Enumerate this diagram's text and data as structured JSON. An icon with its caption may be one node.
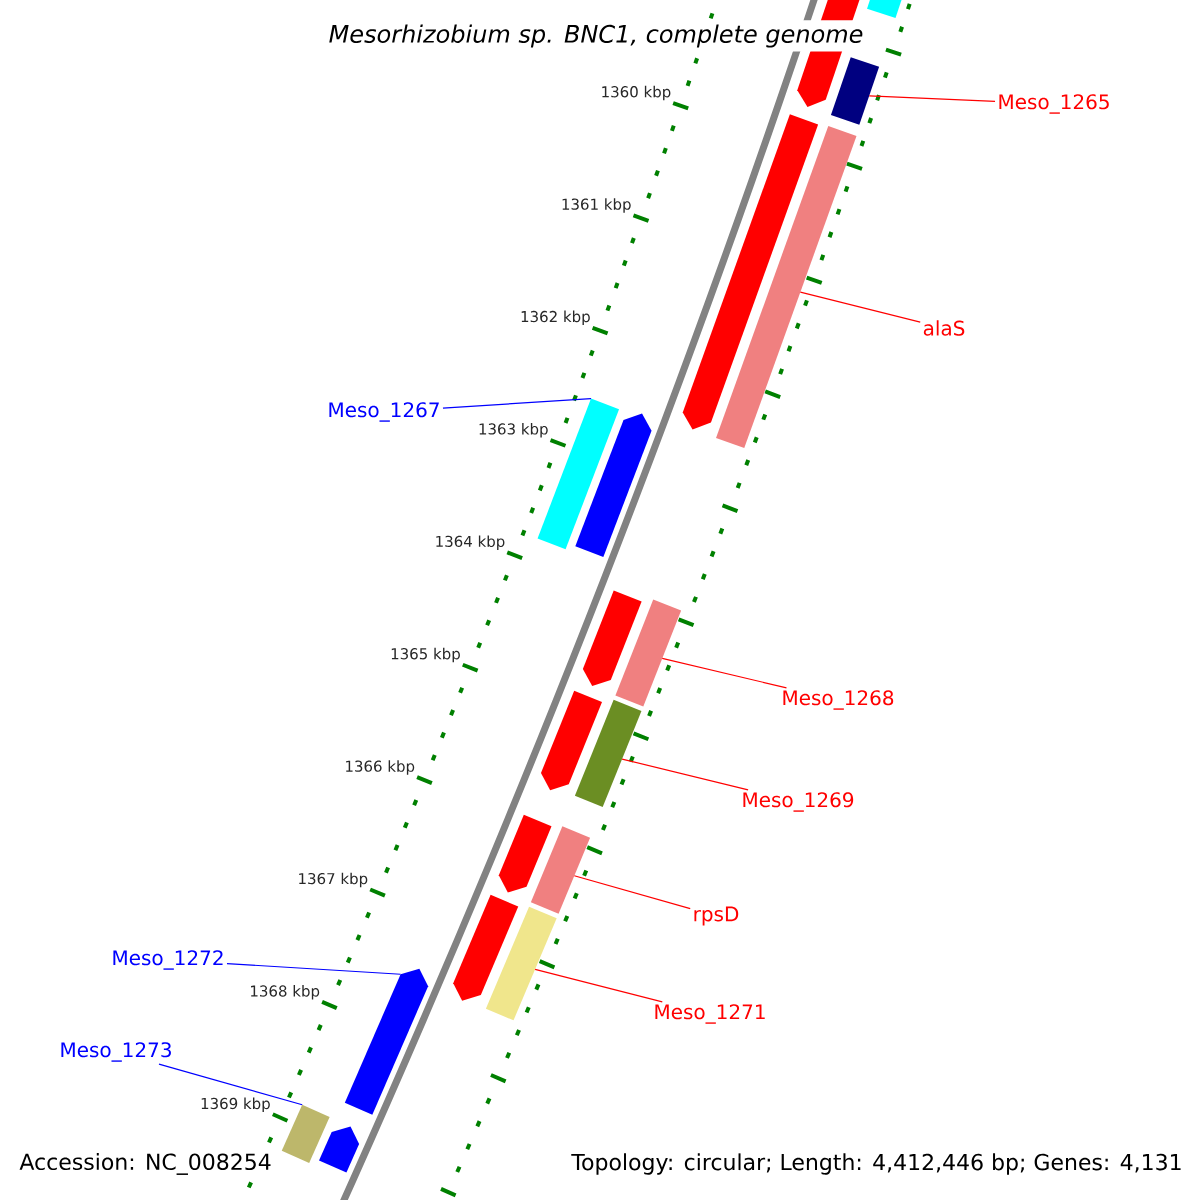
{
  "diagram": {
    "title": "Mesorhizobium sp. BNC1, complete genome",
    "nodes": [
      {
        "text": [
          "Meso_1265"
        ]
      },
      {
        "text": [
          "alaS"
        ]
      },
      {
        "text": [
          "Meso_1267"
        ]
      },
      {
        "text": [
          "Meso_1268"
        ]
      },
      {
        "text": [
          "Meso_1269"
        ]
      },
      {
        "text": [
          "rpsD"
        ]
      },
      {
        "text": [
          "Meso_1271"
        ]
      },
      {
        "text": [
          "Meso_1272"
        ]
      },
      {
        "text": [
          "Meso_1273"
        ]
      },
      {
        "text": [],
        "shape": "pentagon"
      },
      {
        "text": [],
        "shape": "bar"
      },
      {
        "text": [],
        "shape": "bar"
      },
      {
        "text": [],
        "shape": "pentagon"
      },
      {
        "text": [],
        "shape": "bar"
      },
      {
        "text": [],
        "shape": "bar"
      },
      {
        "text": [],
        "shape": "pentagon"
      },
      {
        "text": [],
        "shape": "pentagon"
      },
      {
        "text": [],
        "shape": "bar"
      },
      {
        "text": [],
        "shape": "pentagon"
      },
      {
        "text": [],
        "shape": "bar"
      },
      {
        "text": [],
        "shape": "pentagon"
      },
      {
        "text": [],
        "shape": "bar"
      },
      {
        "text": [],
        "shape": "pentagon"
      },
      {
        "text": [],
        "shape": "bar"
      },
      {
        "text": [],
        "shape": "pentagon"
      },
      {
        "text": [],
        "shape": "bar"
      },
      {
        "text": [],
        "shape": "pentagon"
      }
    ],
    "edges": [
      {
        "from": 0,
        "to": 11,
        "arrow": "none"
      },
      {
        "from": 1,
        "to": 13,
        "arrow": "none"
      },
      {
        "from": 2,
        "to": 14,
        "arrow": "none",
        "color": "#0000ff"
      },
      {
        "from": 3,
        "to": 17,
        "arrow": "none"
      },
      {
        "from": 4,
        "to": 19,
        "arrow": "none"
      },
      {
        "from": 5,
        "to": 21,
        "arrow": "none"
      },
      {
        "from": 6,
        "to": 23,
        "arrow": "none"
      },
      {
        "from": 7,
        "to": 24,
        "arrow": "none",
        "color": "#0000ff"
      },
      {
        "from": 8,
        "to": 25,
        "arrow": "none",
        "color": "#0000ff"
      }
    ],
    "labels": [
      "1360 kbp",
      "1361 kbp",
      "1362 kbp",
      "1363 kbp",
      "1364 kbp",
      "1365 kbp",
      "1366 kbp",
      "1367 kbp",
      "1368 kbp",
      "1369 kbp",
      "Accession: NC_008254",
      "Topology: circular; Length: 4,412,446 bp; Genes: 4,131"
    ]
  }
}
